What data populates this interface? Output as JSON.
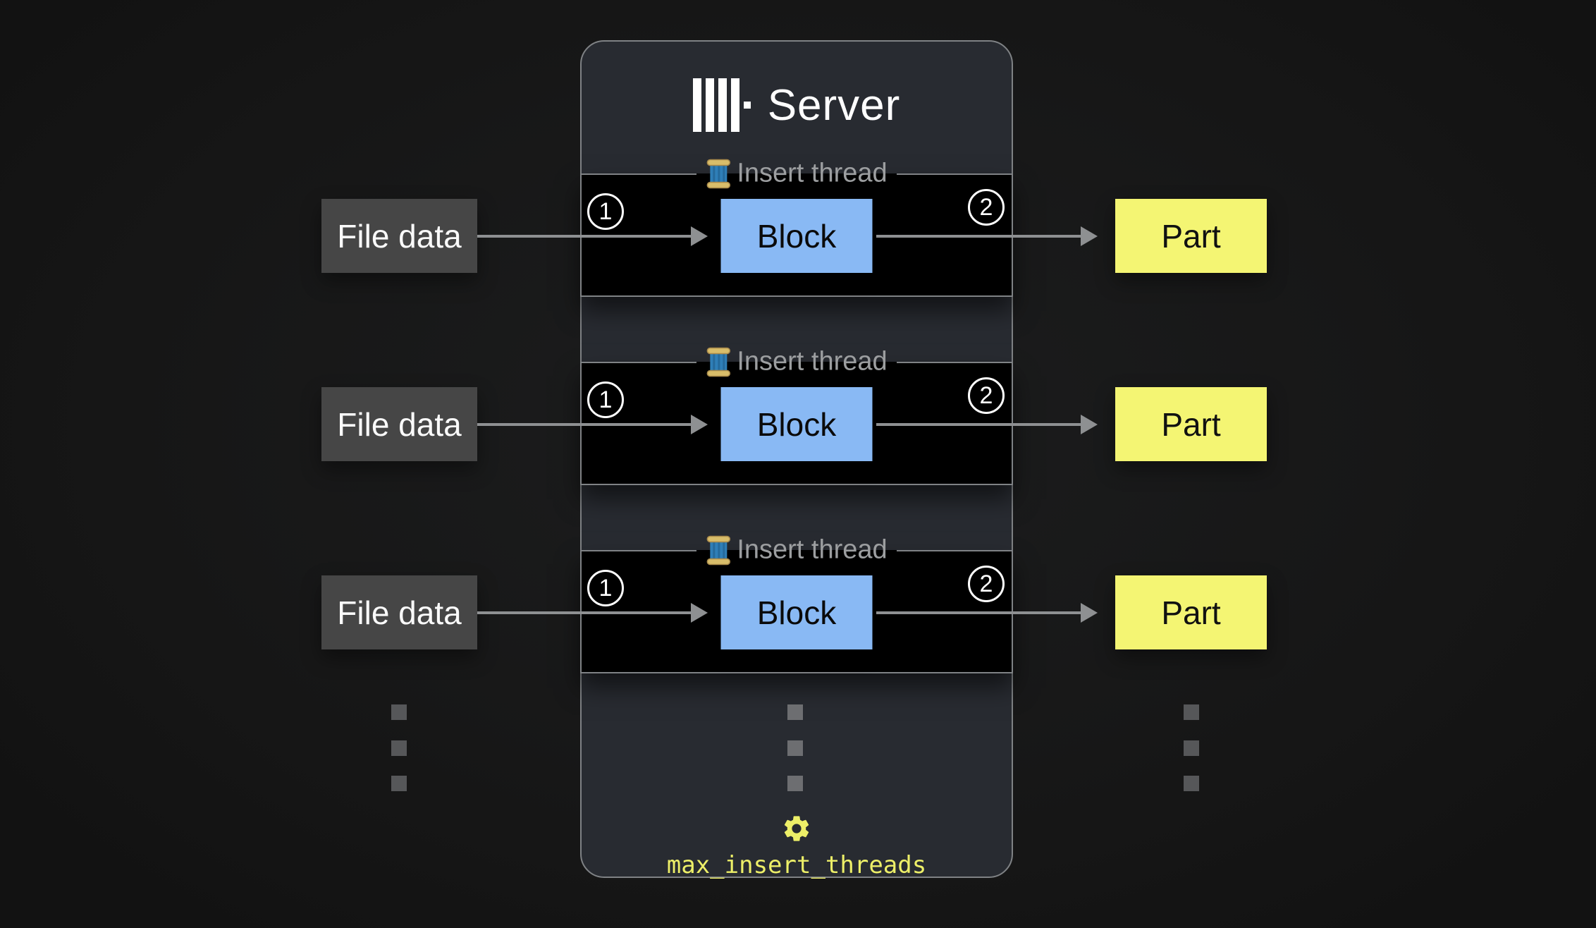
{
  "server": {
    "title": "Server",
    "logo_icon": "clickhouse-logo",
    "setting": {
      "icon": "gear",
      "name": "max_insert_threads"
    }
  },
  "threads": [
    {
      "legend": "Insert thread",
      "step_in": "1",
      "block_label": "Block",
      "step_out": "2"
    },
    {
      "legend": "Insert thread",
      "step_in": "1",
      "block_label": "Block",
      "step_out": "2"
    },
    {
      "legend": "Insert thread",
      "step_in": "1",
      "block_label": "Block",
      "step_out": "2"
    }
  ],
  "inputs": [
    {
      "label": "File data"
    },
    {
      "label": "File data"
    },
    {
      "label": "File data"
    }
  ],
  "outputs": [
    {
      "label": "Part"
    },
    {
      "label": "Part"
    },
    {
      "label": "Part"
    }
  ],
  "colors": {
    "page_bg": "#171717",
    "server_bg": "#282b31",
    "server_border": "#7f8285",
    "thread_bg": "#000000",
    "block_fill": "#89b9f4",
    "input_fill": "#464646",
    "part_fill": "#f4f573",
    "arrow": "#8e9092",
    "legend_text": "#9c9ea0",
    "accent_yellow": "#edef68"
  }
}
